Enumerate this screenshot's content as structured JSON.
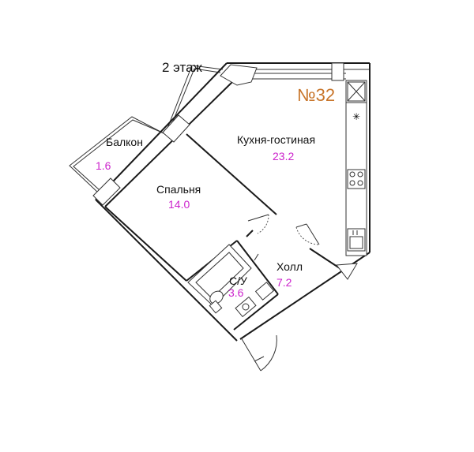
{
  "floor_label": "2 этаж",
  "apartment_number": "№32",
  "colors": {
    "apartment_number": "#c8752a",
    "area_values": "#cc22cc",
    "walls": "#1a1a1a"
  },
  "rooms": [
    {
      "id": "balcony",
      "name": "Балкон",
      "area": "1.6"
    },
    {
      "id": "kitchen",
      "name": "Кухня-гостиная",
      "area": "23.2"
    },
    {
      "id": "bedroom",
      "name": "Спальня",
      "area": "14.0"
    },
    {
      "id": "bathroom",
      "name": "С/У",
      "area": "3.6"
    },
    {
      "id": "hall",
      "name": "Холл",
      "area": "7.2"
    }
  ],
  "icons": [
    "stove-icon",
    "sink-icon",
    "bathtub-icon",
    "toilet-icon",
    "washbasin-icon",
    "hood-icon",
    "ventilation-shaft-icon",
    "door-icon"
  ]
}
